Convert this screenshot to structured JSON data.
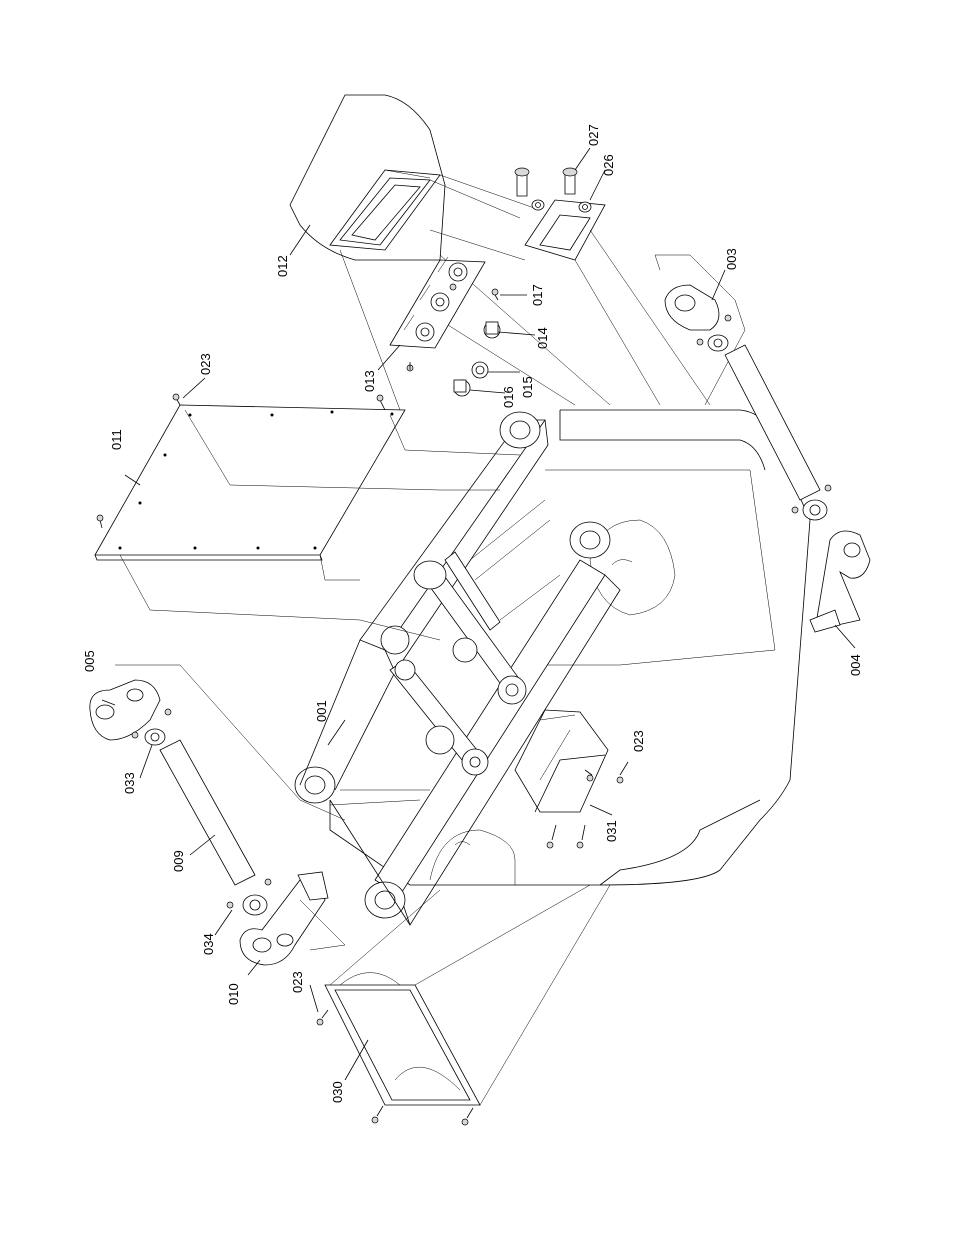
{
  "drawing": {
    "labels": [
      {
        "id": "lbl-001",
        "text": "001"
      },
      {
        "id": "lbl-003",
        "text": "003"
      },
      {
        "id": "lbl-004",
        "text": "004"
      },
      {
        "id": "lbl-005",
        "text": "005"
      },
      {
        "id": "lbl-009",
        "text": "009"
      },
      {
        "id": "lbl-010",
        "text": "010"
      },
      {
        "id": "lbl-011",
        "text": "011"
      },
      {
        "id": "lbl-012",
        "text": "012"
      },
      {
        "id": "lbl-013",
        "text": "013"
      },
      {
        "id": "lbl-014",
        "text": "014"
      },
      {
        "id": "lbl-015",
        "text": "015"
      },
      {
        "id": "lbl-016",
        "text": "016"
      },
      {
        "id": "lbl-017",
        "text": "017"
      },
      {
        "id": "lbl-023a",
        "text": "023"
      },
      {
        "id": "lbl-023b",
        "text": "023"
      },
      {
        "id": "lbl-023c",
        "text": "023"
      },
      {
        "id": "lbl-026",
        "text": "026"
      },
      {
        "id": "lbl-027",
        "text": "027"
      },
      {
        "id": "lbl-030",
        "text": "030"
      },
      {
        "id": "lbl-031",
        "text": "031"
      },
      {
        "id": "lbl-033",
        "text": "033"
      },
      {
        "id": "lbl-034",
        "text": "034"
      }
    ]
  }
}
